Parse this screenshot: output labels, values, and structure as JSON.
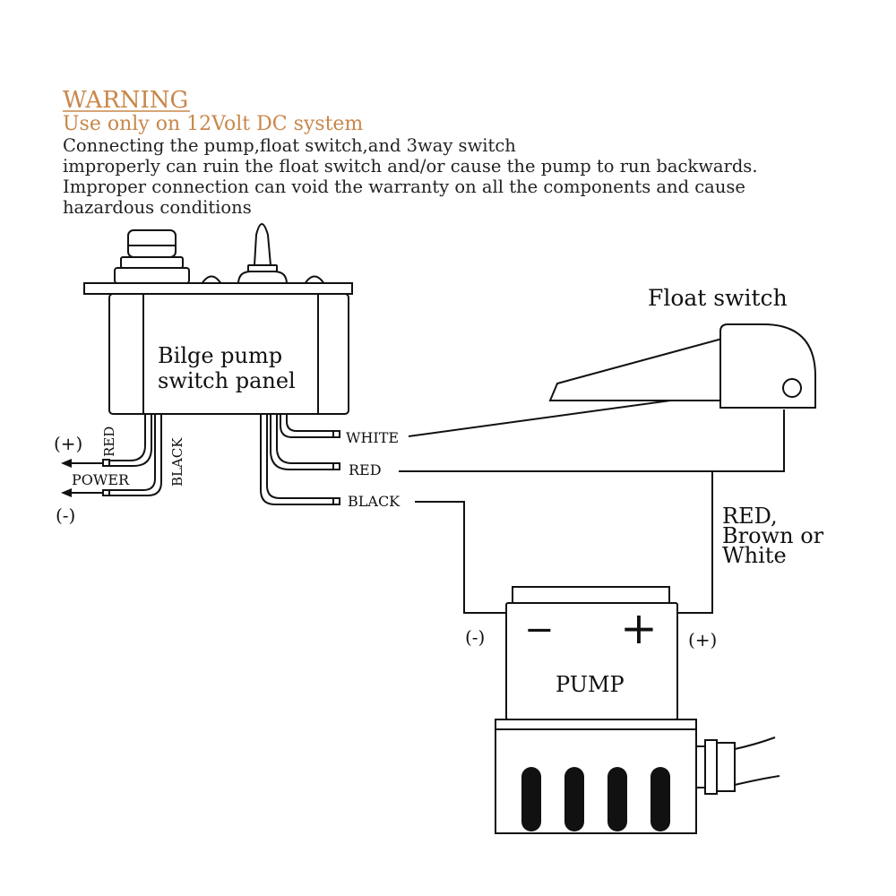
{
  "warning": {
    "title": "WARNING",
    "subtitle": "Use only on 12Volt DC system",
    "lines": [
      "Connecting the pump,float switch,and 3way switch",
      "improperly can ruin the float switch and/or cause the pump to run backwards.",
      "Improper connection can void the warranty on all the components and cause",
      "hazardous conditions"
    ]
  },
  "panel": {
    "label_line1": "Bilge pump",
    "label_line2": "switch panel"
  },
  "power": {
    "positive": "(+)",
    "negative": "(-)",
    "label": "POWER",
    "red_wire": "RED",
    "black_wire": "BLACK"
  },
  "outputs": {
    "white": "WHITE",
    "red": "RED",
    "black": "BLACK"
  },
  "float_switch": {
    "label": "Float switch"
  },
  "float_wire": {
    "line1": "RED,",
    "line2": "Brown or",
    "line3": "White"
  },
  "pump": {
    "label": "PUMP",
    "minus_symbol": "−",
    "plus_symbol": "+",
    "negative": "(-)",
    "positive": "(+)"
  },
  "colors": {
    "warning_accent": "#c8874a",
    "line": "#111111"
  }
}
